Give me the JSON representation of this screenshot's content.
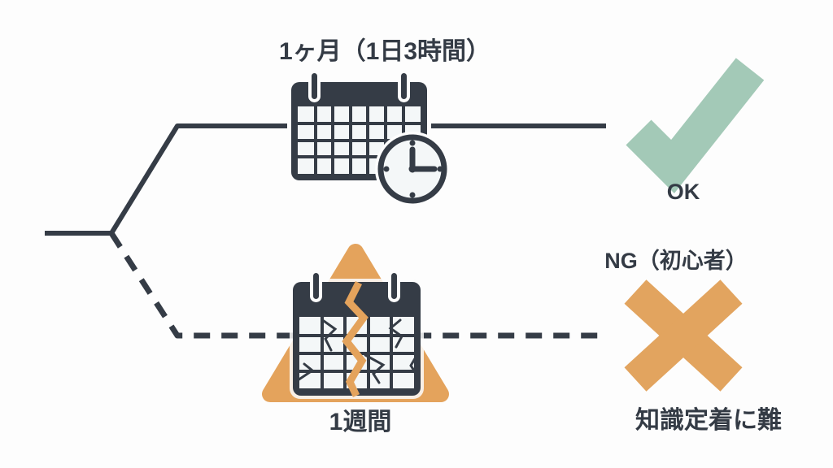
{
  "branch": {
    "top": {
      "duration_label": "1ヶ月（1日3時間）",
      "icon": "calendar-clock-icon",
      "line_style": "solid",
      "verdict": "OK",
      "verdict_icon": "check-icon"
    },
    "bottom": {
      "duration_label": "1週間",
      "icon": "broken-calendar-warning-icon",
      "line_style": "dashed",
      "verdict": "NG（初心者）",
      "verdict_icon": "cross-icon",
      "note": "知識定着に難"
    }
  },
  "colors": {
    "line_dark": "#353c46",
    "text_dark": "#343b45",
    "check_green": "#a3c9b7",
    "cross_orange": "#e2a45f",
    "warning_triangle": "#e4a35c",
    "calendar_cell": "#f4f7f8",
    "background": "#fdfdfd"
  }
}
